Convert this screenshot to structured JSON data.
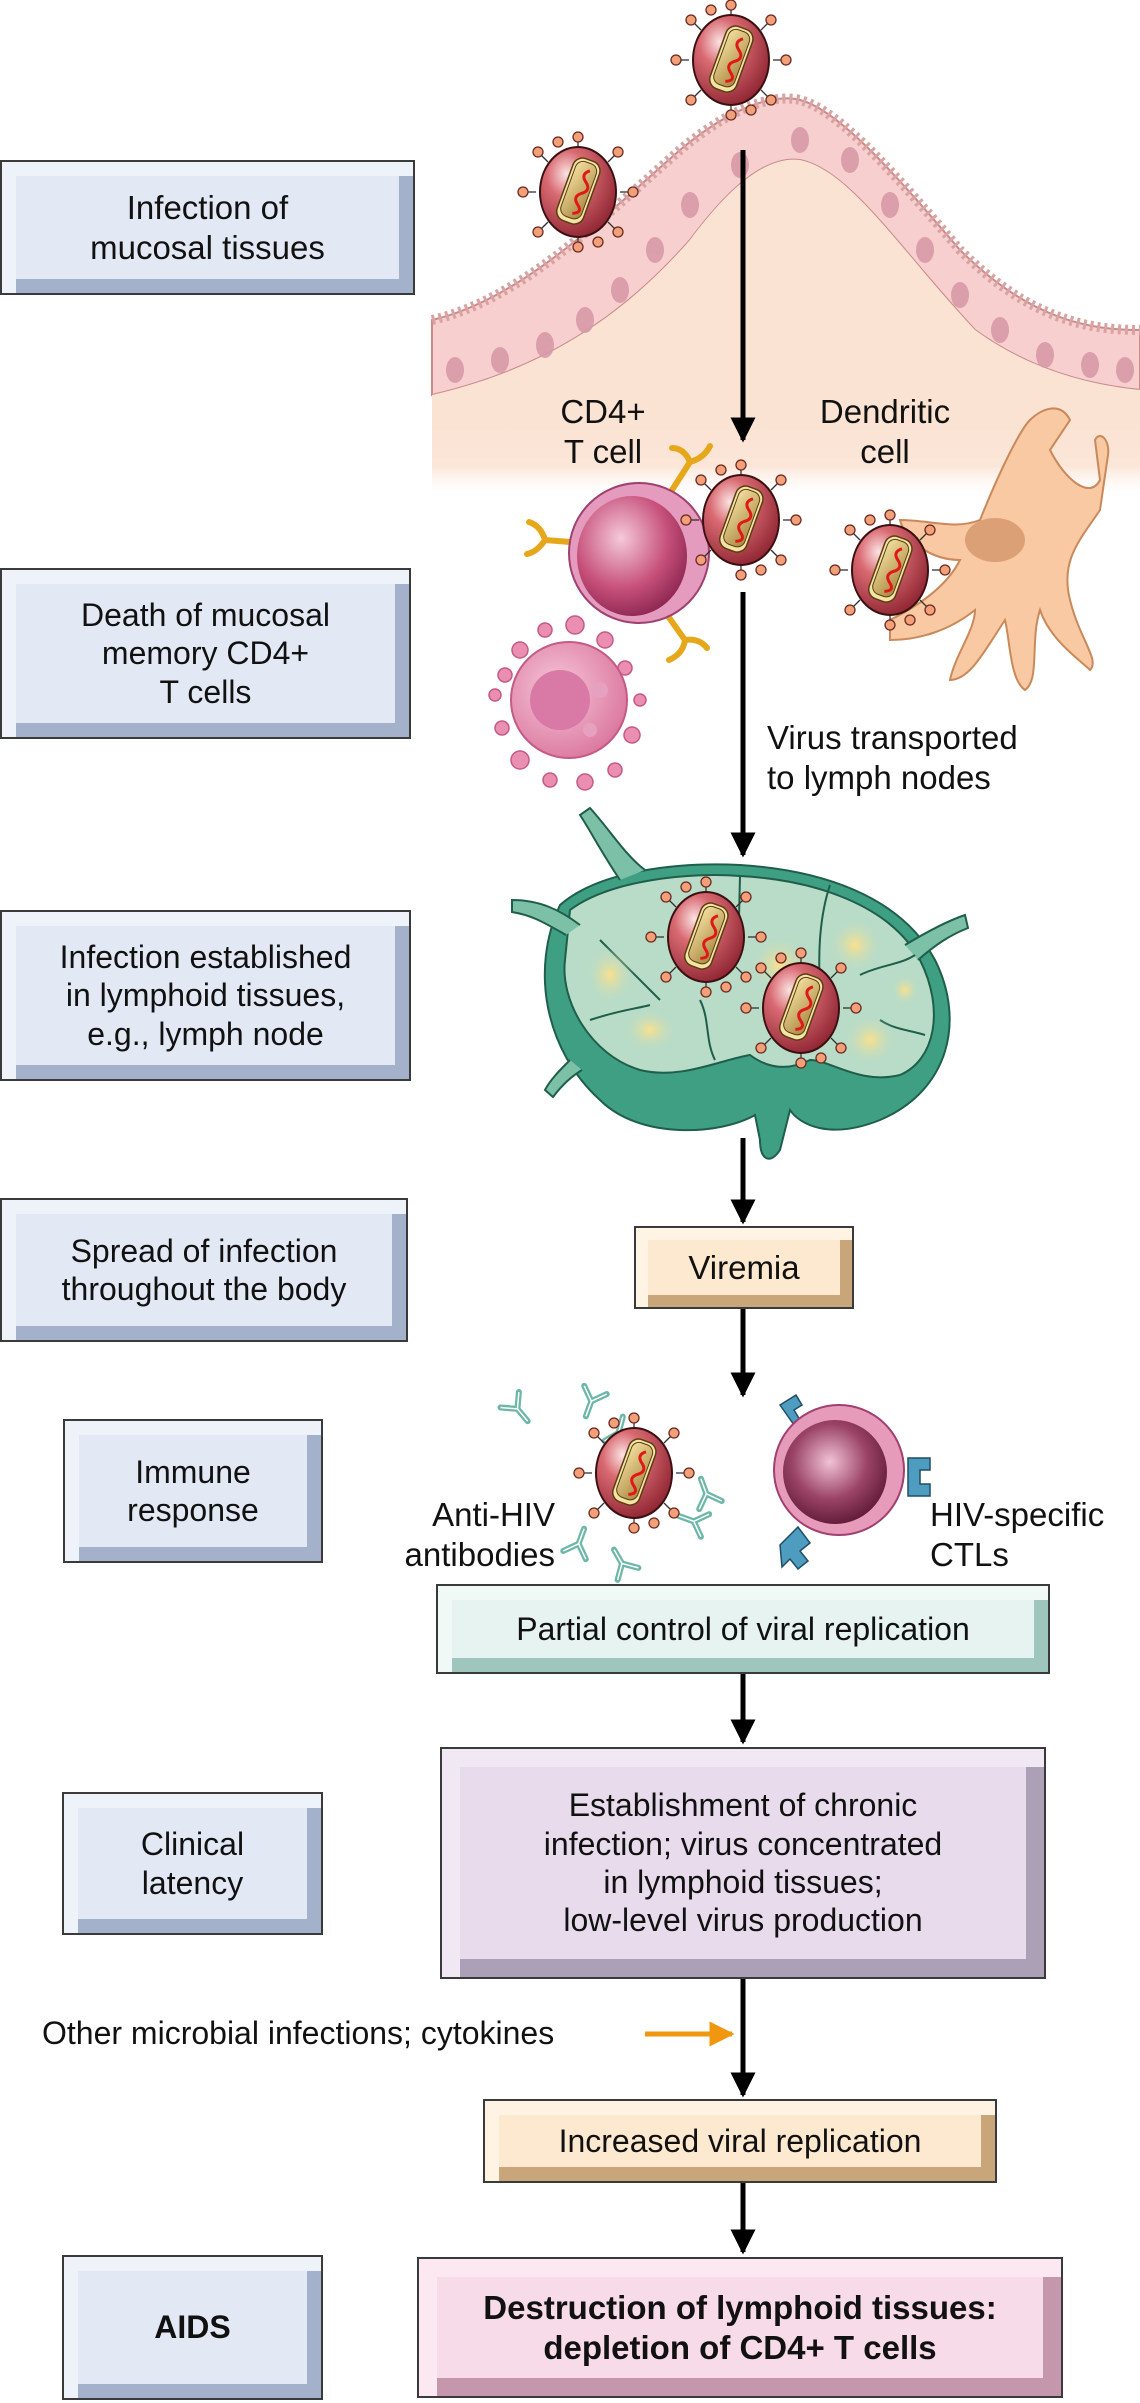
{
  "title": "HIV infection progression",
  "stages": [
    {
      "id": "mucosa",
      "label": "Infection of\nmucosal tissues"
    },
    {
      "id": "death",
      "label": "Death of mucosal\nmemory CD4+\nT cells"
    },
    {
      "id": "lymphoid",
      "label": "Infection established\nin lymphoid tissues,\ne.g., lymph node"
    },
    {
      "id": "spread",
      "label": "Spread of infection\nthroughout the body"
    },
    {
      "id": "immune",
      "label": "Immune\nresponse"
    },
    {
      "id": "latency",
      "label": "Clinical\nlatency"
    },
    {
      "id": "aids",
      "label": "AIDS"
    }
  ],
  "flow": {
    "viremia": "Viremia",
    "partial_control": "Partial control of viral replication",
    "chronic": "Establishment of chronic\ninfection; virus concentrated\nin lymphoid tissues;\nlow-level virus production",
    "increased": "Increased viral replication",
    "destruction": "Destruction of lymphoid tissues:\ndepletion of CD4+ T cells"
  },
  "labels": {
    "cd4_t_cell": "CD4+\nT cell",
    "dendritic_cell": "Dendritic\ncell",
    "virus_transported": "Virus transported\nto lymph nodes",
    "anti_hiv_antibodies": "Anti-HIV\nantibodies",
    "hiv_ctls": "HIV-specific\nCTLs",
    "other_infections": "Other microbial infections; cytokines"
  },
  "colors": {
    "stage_box": "#e3e9f4",
    "viremia_box": "#fde9cf",
    "partial_box": "#e6f3f0",
    "chronic_box": "#e8dcec",
    "destruction_box": "#f8dbe8",
    "trigger_arrow": "#f0960f",
    "virus": "#c0424e",
    "lymph_node": "#5fb39a"
  }
}
